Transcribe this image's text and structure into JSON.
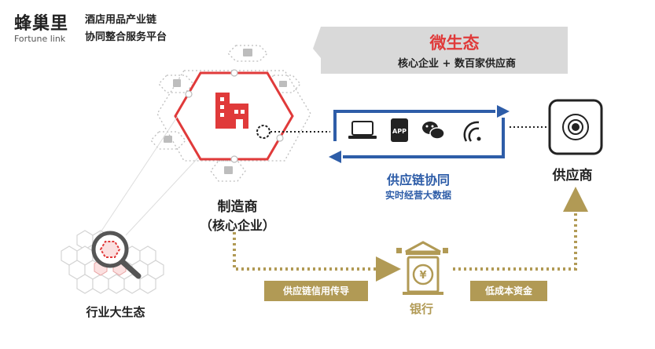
{
  "logo": {
    "cn": "蜂巢里",
    "en": "Fortune link"
  },
  "tagline": {
    "line1": "酒店用品产业链",
    "line2": "协同整合服务平台"
  },
  "ecosystem": {
    "title": "微生态",
    "subtitle": "核心企业 + 数百家供应商"
  },
  "supply_chain": {
    "title": "供应链协同",
    "subtitle": "实时经营大数据"
  },
  "supplier": {
    "label": "供应商"
  },
  "manufacturer": {
    "label": "制造商",
    "sublabel": "（核心企业）"
  },
  "industry": {
    "label": "行业大生态"
  },
  "bank": {
    "label": "银行",
    "yen_symbol": "¥"
  },
  "flows": {
    "left": "供应链信用传导",
    "right": "低成本资金"
  },
  "app_badge": "APP",
  "icons": [
    "laptop-icon",
    "app-icon",
    "wechat-icon",
    "wifi-icon",
    "factory-icon",
    "camera-lens-icon",
    "bank-icon",
    "magnifier-icon"
  ],
  "colors": {
    "red": "#e03a3a",
    "blue": "#2e5da8",
    "gold": "#b19a55",
    "gray_panel": "#d9d9d9"
  }
}
